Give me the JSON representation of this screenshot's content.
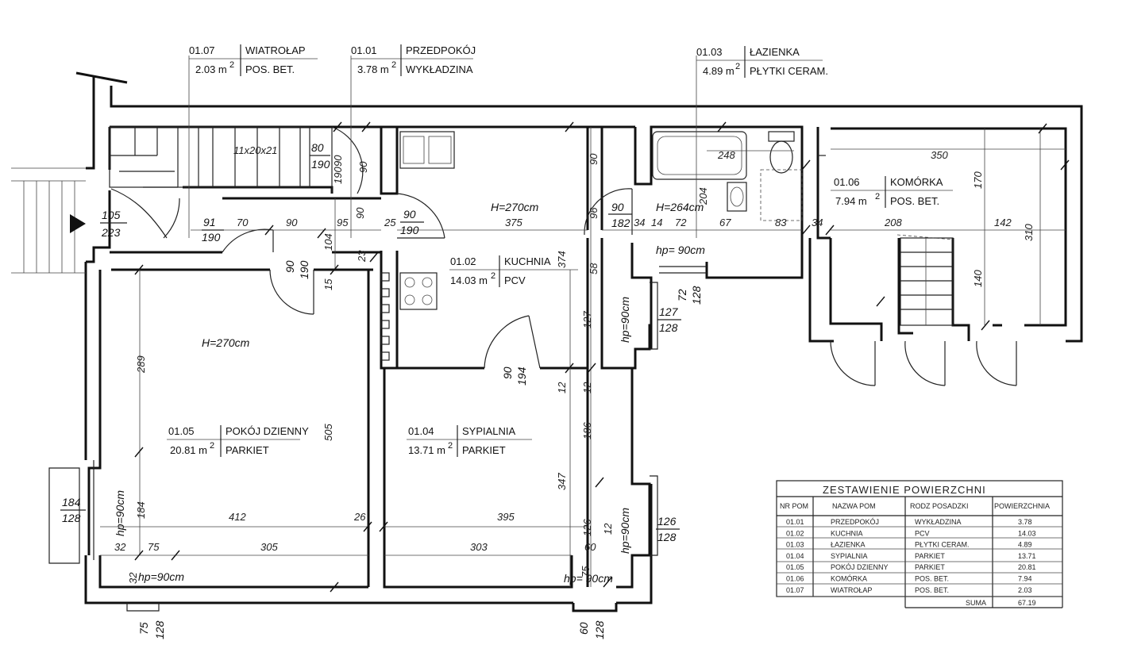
{
  "rooms": [
    {
      "id": "r107",
      "number": "01.07",
      "name": "WIATROŁAP",
      "area": "2.03 m",
      "floor": "POS. BET."
    },
    {
      "id": "r101",
      "number": "01.01",
      "name": "PRZEDPOKÓJ",
      "area": "3.78 m",
      "floor": "WYKŁADZINA"
    },
    {
      "id": "r103",
      "number": "01.03",
      "name": "ŁAZIENKA",
      "area": "4.89 m",
      "floor": "PŁYTKI CERAM."
    },
    {
      "id": "r106",
      "number": "01.06",
      "name": "KOMÓRKA",
      "area": "7.94 m",
      "floor": "POS. BET."
    },
    {
      "id": "r102",
      "number": "01.02",
      "name": "KUCHNIA",
      "area": "14.03 m",
      "floor": "PCV"
    },
    {
      "id": "r105",
      "number": "01.05",
      "name": "POKÓJ DZIENNY",
      "area": "20.81 m",
      "floor": "PARKIET"
    },
    {
      "id": "r104",
      "number": "01.04",
      "name": "SYPIALNIA",
      "area": "13.71 m",
      "floor": "PARKIET"
    }
  ],
  "sup": "2",
  "heights": {
    "kitchen": "H=270cm",
    "bath": "H=264cm",
    "living": "H=270cm"
  },
  "hp": {
    "bath": "hp= 90cm",
    "kitchen_win": "hp=90cm",
    "living_left": "hp=90cm",
    "living_bottom": "hp=90cm",
    "bedroom_right": "hp=90cm",
    "bedroom_bottom": "hp=   90cm"
  },
  "dims": {
    "stairs": "11x20x21",
    "d80": "80",
    "d190a": "190",
    "d105": "105",
    "d223": "223",
    "d91": "91",
    "d190b": "190",
    "d70": "70",
    "d90a": "90",
    "d95": "95",
    "d90b": "90",
    "d190c": "190",
    "d375": "375",
    "d374": "374",
    "d90c": "90",
    "d182": "182",
    "d34": "34",
    "d14": "14",
    "d72": "72",
    "d204": "204",
    "d67": "67",
    "d83": "83",
    "d34b": "34",
    "d248": "248",
    "d350": "350",
    "d170": "170",
    "d208": "208",
    "d142": "142",
    "d310": "310",
    "d140": "140",
    "d90d": "90",
    "d190d": "190",
    "d15": "15",
    "d23": "23",
    "d58": "58",
    "d127": "127",
    "d127w": "127",
    "d128w": "128",
    "d72w": "72",
    "d128x": "128",
    "d289": "289",
    "d505": "505",
    "d412": "412",
    "d26": "26",
    "d395": "395",
    "d347": "347",
    "d186": "186",
    "d90e": "90",
    "d194": "194",
    "d12a": "12",
    "d12b": "12",
    "d126": "126",
    "d12c": "12",
    "d60": "60",
    "d184": "184",
    "d128a": "128",
    "d184b": "184",
    "d32": "32",
    "d75": "75",
    "d305": "305",
    "d303": "303",
    "d126w": "126",
    "d128b": "128",
    "d75b": "75",
    "d128c": "128",
    "d60b": "60",
    "d128d": "128",
    "d90top": "90",
    "d96": "96",
    "d25": "25",
    "d104": "104"
  },
  "summary": {
    "title": "ZESTAWIENIE POWIERZCHNI",
    "headers": [
      "NR POM",
      "NAZWA POM",
      "RODZ POSADZKI",
      "POWIERZCHNIA"
    ],
    "rows": [
      [
        "01.01",
        "PRZEDPOKÓJ",
        "WYKŁADZINA",
        "3.78"
      ],
      [
        "01.02",
        "KUCHNIA",
        "PCV",
        "14.03"
      ],
      [
        "01.03",
        "ŁAZIENKA",
        "PŁYTKI CERAM.",
        "4.89"
      ],
      [
        "01.04",
        "SYPIALNIA",
        "PARKIET",
        "13.71"
      ],
      [
        "01.05",
        "POKÓJ DZIENNY",
        "PARKIET",
        "20.81"
      ],
      [
        "01.06",
        "KOMÓRKA",
        "POS. BET.",
        "7.94"
      ],
      [
        "01.07",
        "WIATROŁAP",
        "POS. BET.",
        "2.03"
      ]
    ],
    "sum_label": "SUMA",
    "sum_value": "67.19"
  }
}
